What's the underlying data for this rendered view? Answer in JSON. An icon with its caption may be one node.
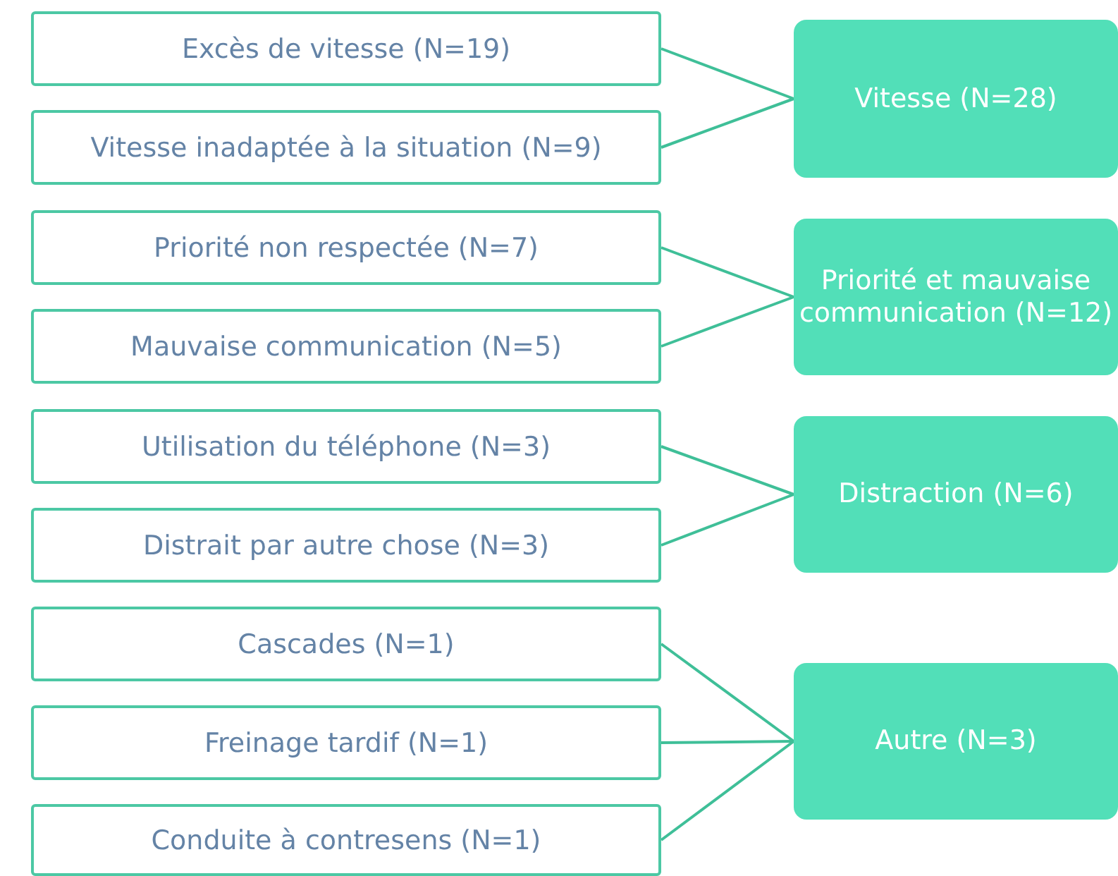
{
  "diagram": {
    "nodes": [
      {
        "text": [
          "Excès de vitesse (N=19)"
        ]
      },
      {
        "text": [
          "Vitesse inadaptée à la situation (N=9)"
        ]
      },
      {
        "text": [
          "Vitesse (N=28)"
        ]
      },
      {
        "text": [
          "Priorité non respectée (N=7)"
        ]
      },
      {
        "text": [
          "Mauvaise communication (N=5)"
        ]
      },
      {
        "text": [
          "Priorité et mauvaise communication (N=12)"
        ]
      },
      {
        "text": [
          "Utilisation du téléphone (N=3)"
        ]
      },
      {
        "text": [
          "Distrait par autre chose (N=3)"
        ]
      },
      {
        "text": [
          "Distraction (N=6)"
        ]
      },
      {
        "text": [
          "Cascades (N=1)"
        ]
      },
      {
        "text": [
          "Freinage tardif (N=1)"
        ]
      },
      {
        "text": [
          "Conduite à contresens (N=1)"
        ]
      },
      {
        "text": [
          "Autre (N=3)"
        ]
      }
    ],
    "edges": [
      {
        "from": 0,
        "to": 2,
        "arrow": "none"
      },
      {
        "from": 1,
        "to": 2,
        "arrow": "none"
      },
      {
        "from": 3,
        "to": 5,
        "arrow": "none"
      },
      {
        "from": 4,
        "to": 5,
        "arrow": "none"
      },
      {
        "from": 6,
        "to": 8,
        "arrow": "none"
      },
      {
        "from": 7,
        "to": 8,
        "arrow": "none"
      },
      {
        "from": 9,
        "to": 12,
        "arrow": "none"
      },
      {
        "from": 10,
        "to": 12,
        "arrow": "none"
      },
      {
        "from": 11,
        "to": 12,
        "arrow": "none"
      }
    ]
  }
}
